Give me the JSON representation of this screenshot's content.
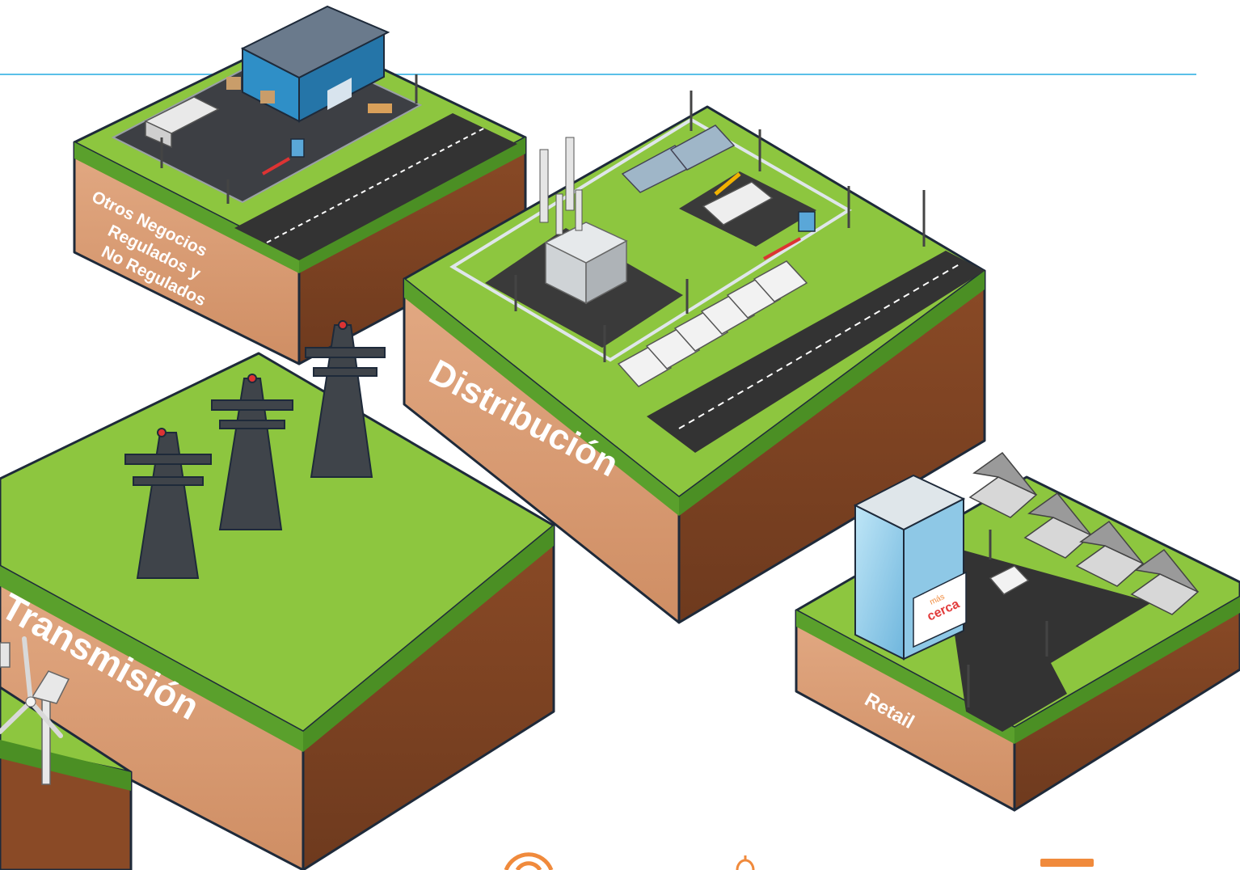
{
  "blocks": {
    "otros": {
      "label_lines": [
        "Otros Negocios",
        "Regulados y",
        "No Regulados"
      ]
    },
    "distribucion": {
      "label": "Distribución"
    },
    "transmision": {
      "label": "Transmisión"
    },
    "retail": {
      "label": "Retail",
      "sign_small": "más",
      "sign_big": "cerca"
    }
  },
  "colors": {
    "accent_line": "#5bc0e8",
    "grass_top": "#8dc63f",
    "grass_side": "#5aa02c",
    "soil_light": "#d9a07a",
    "soil_dark": "#8a4a26",
    "asphalt": "#3a3a3a",
    "outline": "#1e2a3a",
    "icon_orange": "#f08a3c"
  },
  "icons": [
    "target-icon",
    "bell-icon",
    "bars-icon"
  ]
}
